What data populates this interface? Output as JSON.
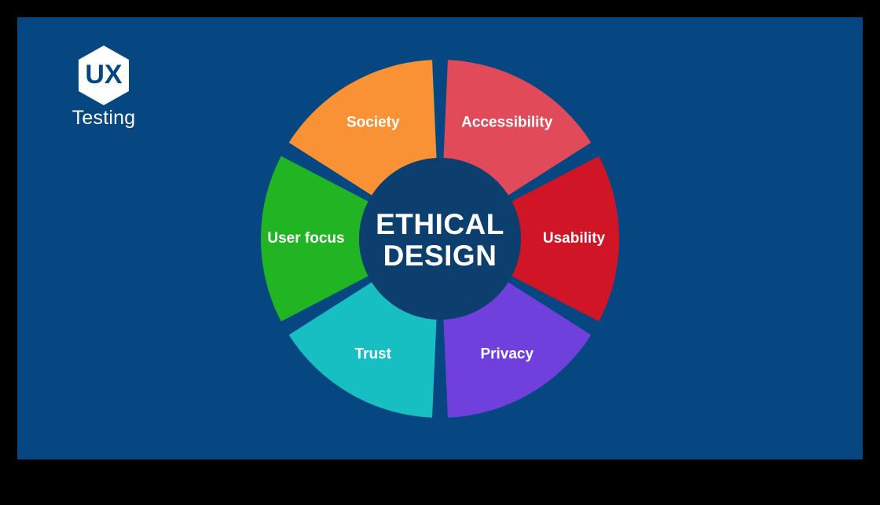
{
  "frame": {
    "letterbox_color": "#000000",
    "slide_background": "#064781"
  },
  "logo": {
    "mark": "hexagon-ux-logo",
    "mark_text": "UX",
    "wordmark": "Testing",
    "mark_fill": "#ffffff",
    "mark_text_color": "#064781",
    "wordmark_color": "#ffffff"
  },
  "chart_data": {
    "type": "pie",
    "title": "ETHICAL DESIGN",
    "subtitle": "",
    "xlabel": "",
    "ylabel": "",
    "legend_position": "none",
    "grid": false,
    "donut": true,
    "inner_radius": 103,
    "outer_radius": 228,
    "center": [
      560,
      304
    ],
    "segment_gap_degrees": 5,
    "hub": {
      "line1": "ETHICAL",
      "line2": "DESIGN",
      "fill": "#0d3f6e",
      "text_color": "#ffffff"
    },
    "categories": [
      "Accessibility",
      "Usability",
      "Privacy",
      "Trust",
      "User focus",
      "Society"
    ],
    "values": [
      16.667,
      16.667,
      16.667,
      16.667,
      16.667,
      16.667
    ],
    "colors": [
      "#e04a59",
      "#cf1526",
      "#7040dc",
      "#18bfc2",
      "#21b524",
      "#f99234"
    ],
    "segments": [
      {
        "label": "Accessibility",
        "color": "#e04a59",
        "start_angle": -90,
        "end_angle": -30,
        "value": 16.667,
        "label_color": "#ffffff"
      },
      {
        "label": "Usability",
        "color": "#cf1526",
        "start_angle": -30,
        "end_angle": 30,
        "value": 16.667,
        "label_color": "#ffffff"
      },
      {
        "label": "Privacy",
        "color": "#7040dc",
        "start_angle": 30,
        "end_angle": 90,
        "value": 16.667,
        "label_color": "#ffffff"
      },
      {
        "label": "Trust",
        "color": "#18bfc2",
        "start_angle": 90,
        "end_angle": 150,
        "value": 16.667,
        "label_color": "#ffffff"
      },
      {
        "label": "User focus",
        "color": "#21b524",
        "start_angle": 150,
        "end_angle": 210,
        "value": 16.667,
        "label_color": "#ffffff"
      },
      {
        "label": "Society",
        "color": "#f99234",
        "start_angle": 210,
        "end_angle": 270,
        "value": 16.667,
        "label_color": "#ffffff"
      }
    ]
  }
}
